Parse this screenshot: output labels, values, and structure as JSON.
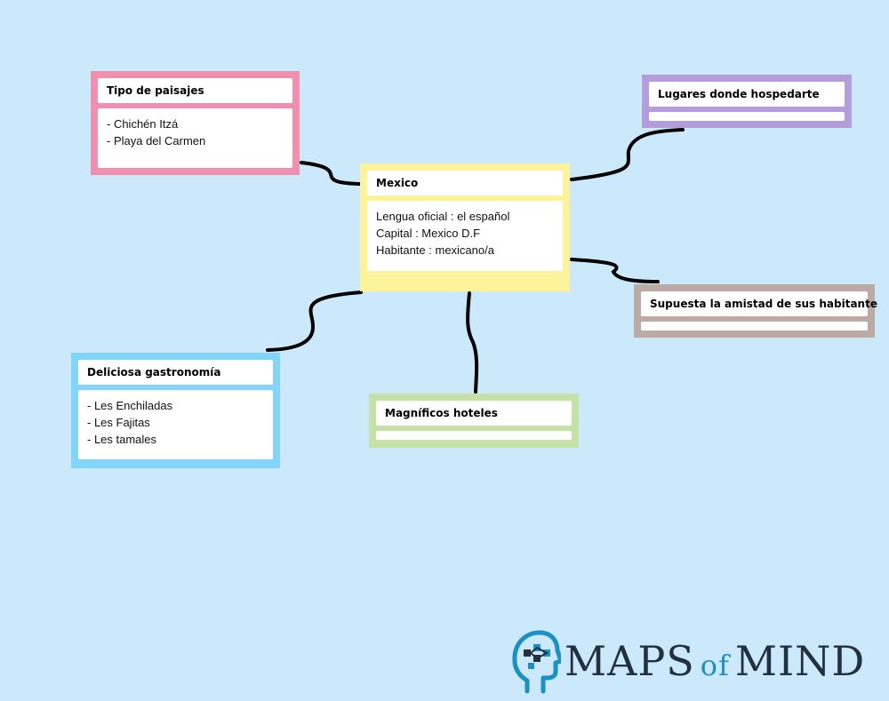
{
  "central": {
    "title": "Mexico",
    "lines": [
      "Lengua oficial : el español",
      "Capital : Mexico D.F",
      "Habitante : mexicano/a"
    ]
  },
  "branches": {
    "paisajes": {
      "title": "Tipo de paisajes",
      "lines": [
        "- Chichén Itzá",
        "- Playa del Carmen"
      ]
    },
    "lugares": {
      "title": "Lugares donde hospedarte"
    },
    "amistad": {
      "title": "Supuesta la amistad de sus habitante"
    },
    "gastronomia": {
      "title": "Deliciosa gastronomía",
      "lines": [
        "- Les Enchiladas",
        "- Les Fajitas",
        "- Les tamales"
      ]
    },
    "hoteles": {
      "title": "Magníficos hoteles"
    }
  },
  "logo": {
    "word1": "MAPS",
    "word2": "of",
    "word3": "MIND",
    "icon": "head-circuit-icon"
  },
  "colors": {
    "background": "#cce9fc",
    "central": "#fdf39b",
    "paisajes": "#f08fae",
    "lugares": "#b39ddb",
    "amistad": "#bcaaa4",
    "gastronomia": "#81d4fa",
    "hoteles": "#c5e1a5",
    "logo_text": "#22313f",
    "logo_accent": "#1a91c2"
  }
}
